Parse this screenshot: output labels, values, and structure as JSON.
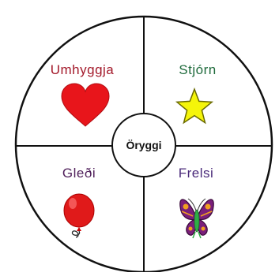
{
  "center": {
    "label": "Öryggi"
  },
  "quadrants": [
    {
      "id": "top-left",
      "label": "Umhyggja",
      "color": "#a3192a",
      "icon": "heart-icon"
    },
    {
      "id": "top-right",
      "label": "Stjórn",
      "color": "#1f6b3c",
      "icon": "star-icon"
    },
    {
      "id": "bottom-left",
      "label": "Gleði",
      "color": "#4f1f5a",
      "icon": "balloon-icon"
    },
    {
      "id": "bottom-right",
      "label": "Frelsi",
      "color": "#4a2a7a",
      "icon": "butterfly-icon"
    }
  ],
  "colors": {
    "outline": "#111111",
    "heart": "#e8151b",
    "star_fill": "#f5f50a",
    "star_stroke": "#6a6a00",
    "balloon": "#e01a1a",
    "butterfly_wing": "#7a1f7a",
    "butterfly_accent": "#f0a020",
    "butterfly_body": "#2fae45"
  }
}
